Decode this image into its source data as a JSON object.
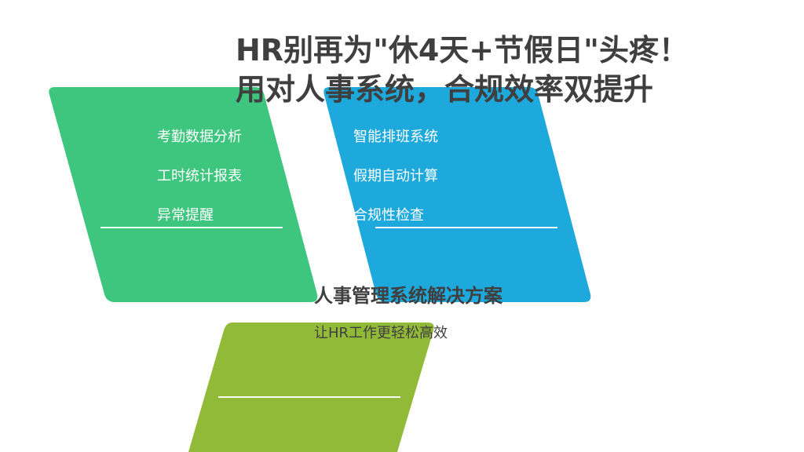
{
  "slide": {
    "title_line1": "HR别再为\"休4天+节假日\"头疼！",
    "title_line2": "用对人事系统，合规效率双提升",
    "green_card": {
      "color": "#3ec67f",
      "items": [
        "考勤数据分析",
        "工时统计报表",
        "异常提醒"
      ]
    },
    "blue_card": {
      "color": "#1ea9dc",
      "items": [
        "智能排班系统",
        "假期自动计算",
        "合规性检查"
      ]
    },
    "lime_card": {
      "color": "#92ba39"
    },
    "center_title": "人事管理系统解决方案",
    "center_subtitle": "让HR工作更轻松高效",
    "text_color": "#3f3f3f"
  }
}
